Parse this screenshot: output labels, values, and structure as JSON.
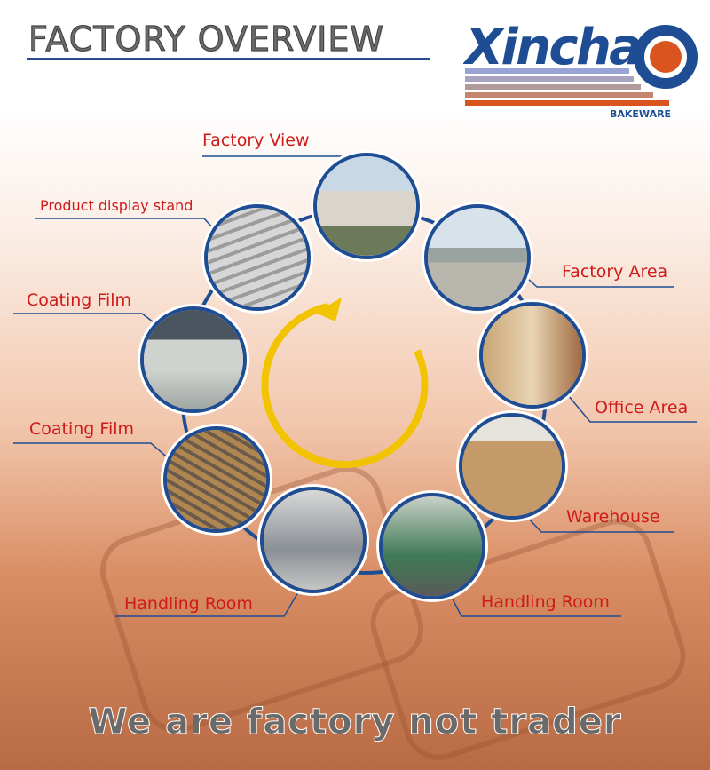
{
  "header": {
    "title": "FACTORY OVERVIEW"
  },
  "logo": {
    "brand": "Xinchao",
    "sub": "BAKEWARE"
  },
  "stations": [
    {
      "label": "Factory View"
    },
    {
      "label": "Factory Area"
    },
    {
      "label": "Office Area"
    },
    {
      "label": "Warehouse"
    },
    {
      "label": "Handling Room"
    },
    {
      "label": "Handling Room"
    },
    {
      "label": "Coating Film"
    },
    {
      "label": "Coating Film"
    },
    {
      "label": "Product display stand"
    }
  ],
  "slogan": "We are factory not trader",
  "colors": {
    "accent_blue": "#1f4d93",
    "label_red": "#d01a1a",
    "arrow_yellow": "#f2c300",
    "logo_orange": "#d9541e"
  }
}
